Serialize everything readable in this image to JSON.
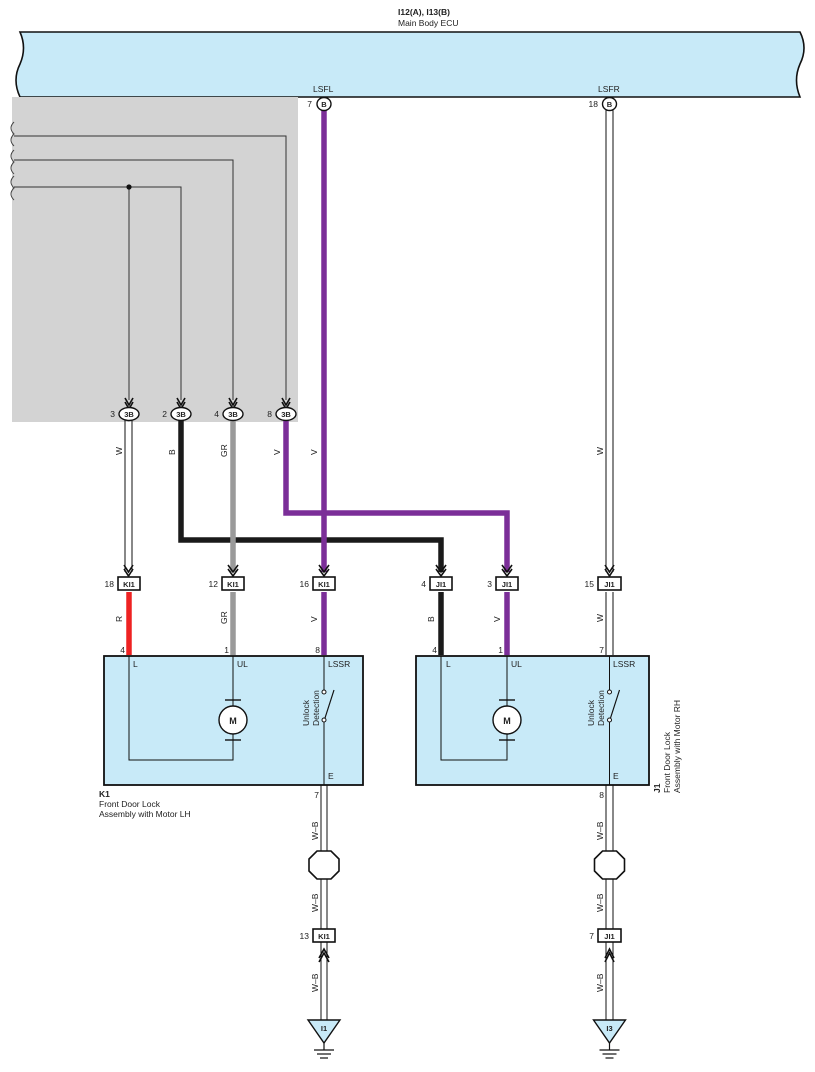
{
  "ecu": {
    "title": "I12(A), I13(B)",
    "name": "Main Body ECU",
    "pin_lsfl": "LSFL",
    "pin_lsfr": "LSFR",
    "pin_lsfl_no": "7",
    "pin_lsfr_no": "18",
    "conn_letter": "B"
  },
  "junction": {
    "conn": "3B",
    "pins": [
      "3",
      "2",
      "4",
      "8"
    ]
  },
  "wire_colors": {
    "w": "W",
    "b": "B",
    "gr": "GR",
    "v": "V",
    "r": "R",
    "wb": "W–B"
  },
  "connectors": {
    "k1_name": "KI1",
    "j1_name": "JI1",
    "k1_pins": [
      "18",
      "12",
      "16"
    ],
    "j1_pins": [
      "4",
      "3",
      "15"
    ],
    "k1_ground_pin": "13",
    "j1_ground_pin": "7"
  },
  "k1": {
    "id": "K1",
    "name_line1": "Front Door Lock",
    "name_line2": "Assembly with Motor LH",
    "term_l": "L",
    "term_ul": "UL",
    "term_lssr": "LSSR",
    "term_e": "E",
    "pin_l": "4",
    "pin_ul": "1",
    "pin_lssr": "8",
    "pin_e": "7"
  },
  "j1": {
    "id": "J1",
    "name_line1": "Front Door Lock",
    "name_line2": "Assembly with Motor RH",
    "term_l": "L",
    "term_ul": "UL",
    "term_lssr": "LSSR",
    "term_e": "E",
    "pin_l": "4",
    "pin_ul": "1",
    "pin_lssr": "7",
    "pin_e": "8"
  },
  "motor_label": "M",
  "switch_label_1": "Unlock",
  "switch_label_2": "Detection",
  "grounds": [
    "I1",
    "I3"
  ],
  "colors": {
    "ecu_fill": "#c8eaf8",
    "gray_area": "#d3d3d3",
    "purple_wire": "#7b2e98",
    "black_wire": "#1a1a1a",
    "gray_wire": "#9a9a9a",
    "red_wire": "#ee2222"
  }
}
